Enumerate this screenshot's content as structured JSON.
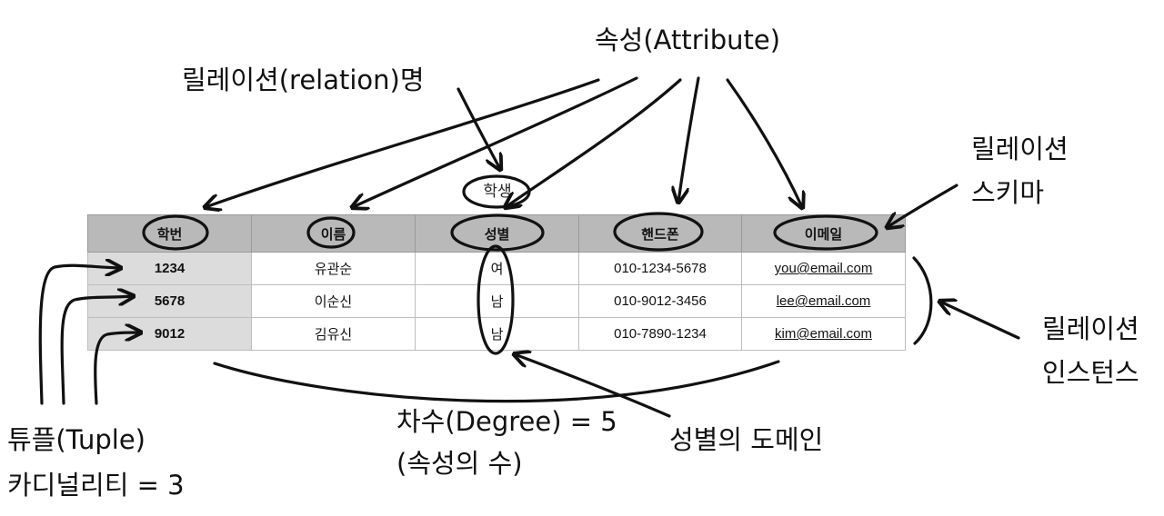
{
  "relation_name": "학생",
  "table": {
    "headers": [
      "학번",
      "이름",
      "성별",
      "핸드폰",
      "이메일"
    ],
    "rows": [
      [
        "1234",
        "유관순",
        "여",
        "010-1234-5678",
        "you@email.com"
      ],
      [
        "5678",
        "이순신",
        "남",
        "010-9012-3456",
        "lee@email.com"
      ],
      [
        "9012",
        "김유신",
        "남",
        "010-7890-1234",
        "kim@email.com"
      ]
    ]
  },
  "annotations": {
    "attribute": "속성(Attribute)",
    "relation_name_label": "릴레이션(relation)명",
    "schema_line1": "릴레이션",
    "schema_line2": "스키마",
    "instance_line1": "릴레이션",
    "instance_line2": "인스턴스",
    "tuple": "튜플(Tuple)",
    "cardinality": "카디널리티 = 3",
    "degree_line1": "차수(Degree) = 5",
    "degree_line2": "(속성의 수)",
    "domain": "성별의 도메인"
  }
}
